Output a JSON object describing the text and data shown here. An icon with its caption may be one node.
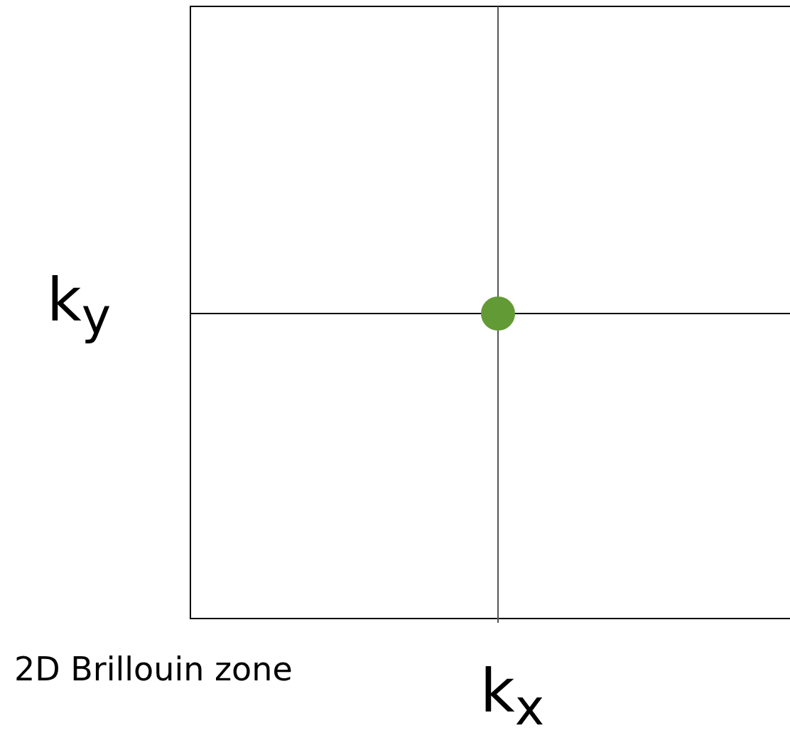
{
  "diagram": {
    "labels": [
      "k$_{y}$",
      "2D Brillouin zone",
      "k$_{x}$"
    ]
  }
}
